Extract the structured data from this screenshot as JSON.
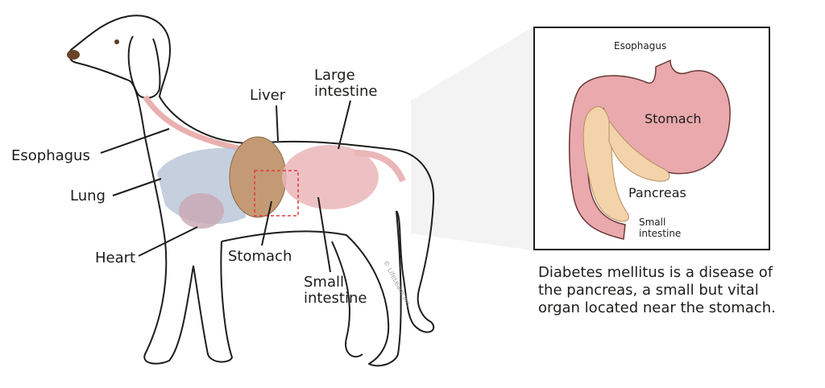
{
  "diagram": {
    "labels": {
      "esophagus": "Esophagus",
      "lung": "Lung",
      "heart": "Heart",
      "liver": "Liver",
      "large_intestine_1": "Large",
      "large_intestine_2": "intestine",
      "stomach": "Stomach",
      "small_intestine_1": "Small",
      "small_intestine_2": "intestine"
    },
    "copyright": "© LifeLearn Inc."
  },
  "inset": {
    "labels": {
      "esophagus": "Esophagus",
      "stomach": "Stomach",
      "pancreas": "Pancreas",
      "small_intestine_1": "Small",
      "small_intestine_2": "intestine"
    }
  },
  "caption": {
    "lines": [
      "Diabetes mellitus is a disease of",
      "the pancreas, a small but vital",
      "organ located near the stomach."
    ]
  },
  "colors": {
    "stomach": "#e9a9ad",
    "pancreas": "#f3d3a9",
    "lung": "#b7c3d6",
    "liver": "#c49a74",
    "highlight_box": "#e23b3b"
  }
}
